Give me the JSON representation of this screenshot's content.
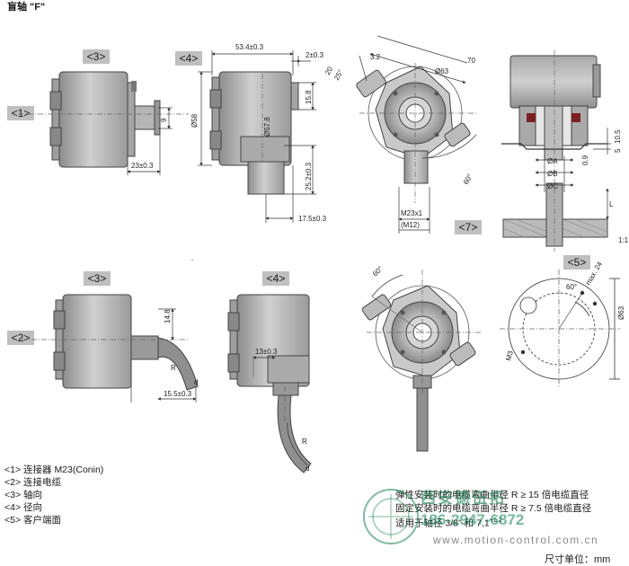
{
  "page_title": "盲轴 \"F\"",
  "view_tags": {
    "top_axial": "<3>",
    "top_radial": "<4>",
    "top_left": "<1>",
    "bottom_axial": "<3>",
    "bottom_radial": "<4>",
    "bottom_left": "<2>",
    "rear": "<7>",
    "customer_end": "<5>"
  },
  "dimensions": {
    "d_53_4": "53.4±0.3",
    "d_2": "2±0.3",
    "d_58": "Ø58",
    "d_57_8": "Ø57.8",
    "d_15_8": "15.8",
    "d_25_2": "25.2±0.3",
    "d_17_5": "17.5±0.3",
    "d_9": "9",
    "d_23": "23±0.3",
    "d_70": "70",
    "d_63": "Ø63",
    "d_3_2": "3.2",
    "d_20": "20",
    "d_25deg": "25°",
    "d_60deg": "60°",
    "d_m23": "M23x1",
    "d_m12": "(M12)",
    "d_a": "ØA",
    "d_b": "ØB",
    "d_c": "ØC",
    "d_0_9": "0.9",
    "d_10_5": "10.5",
    "d_5": "5",
    "d_l": "L",
    "d_14_8": "14.8",
    "d_15_5": "15.5±0.3",
    "d_13": "13±0.3",
    "d_r": "R",
    "d_d": "d",
    "d_max24": "max. 24",
    "d_m3": "M3",
    "scale": "1:1"
  },
  "legend": [
    "<1> 连接器 M23(Conin)",
    "<2> 连接电缆",
    "<3> 轴向",
    "<4> 径向",
    "<5> 客户端面"
  ],
  "notes": [
    "弹性安装时的电缆弯曲半径 R ≥ 15 倍电缆直径",
    "固定安装时的电缆弯曲半径 R ≥ 7.5 倍电缆直径",
    "适用于轴径 3/8\" 和 7,1"
  ],
  "notes_superscript": "+1,2",
  "unit_label": "尺寸单位：mm",
  "watermark": {
    "company": "西安德伍拓",
    "phone": "186-2947-6872",
    "url": "www.motion-control.com.cn"
  }
}
